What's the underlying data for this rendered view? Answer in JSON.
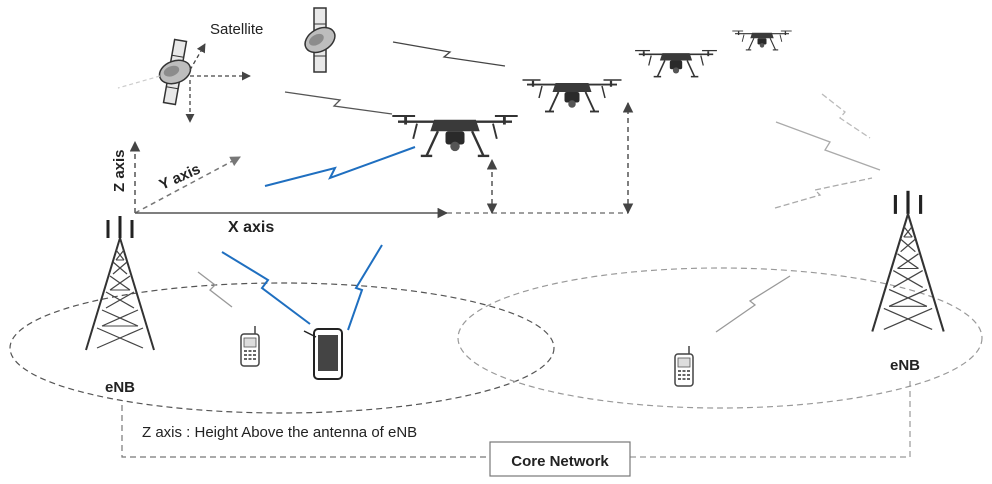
{
  "labels": {
    "satellite": "Satellite",
    "z_axis": "Z axis",
    "y_axis": "Y axis",
    "x_axis": "X axis",
    "enb_left": "eNB",
    "enb_right": "eNB",
    "z_note": "Z axis : Height Above the antenna of eNB",
    "core_network": "Core Network"
  },
  "colors": {
    "link_blue": "#1f6fc0",
    "link_gray": "#8a8a8a",
    "dashed": "#555555",
    "tower": "#333333",
    "text": "#222222"
  },
  "icons": {
    "satellite": "satellite-icon",
    "drone": "drone-icon",
    "tower": "cell-tower-icon",
    "phone": "mobile-phone-icon",
    "tablet": "tablet-icon"
  }
}
